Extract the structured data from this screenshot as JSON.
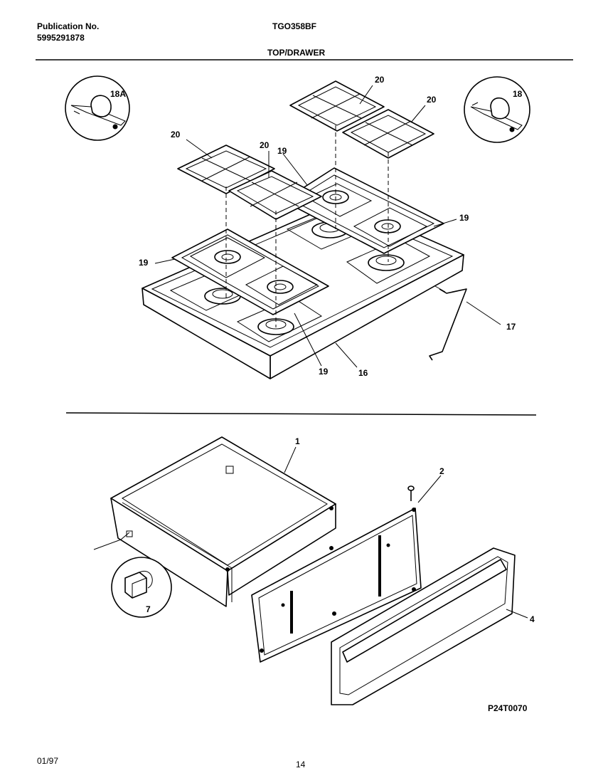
{
  "header": {
    "publication_label": "Publication No.",
    "publication_number": "5995291878",
    "model": "TGO358BF",
    "section_title": "TOP/DRAWER"
  },
  "callouts": {
    "c18A": "18A",
    "c18": "18",
    "c20a": "20",
    "c20b": "20",
    "c20c": "20",
    "c20d": "20",
    "c19a": "19",
    "c19b": "19",
    "c19c": "19",
    "c19d": "19",
    "c16": "16",
    "c17": "17",
    "c1": "1",
    "c2": "2",
    "c4": "4",
    "c7": "7"
  },
  "diagram_code": "P24T0070",
  "footer": {
    "date": "01/97",
    "page": "14"
  }
}
